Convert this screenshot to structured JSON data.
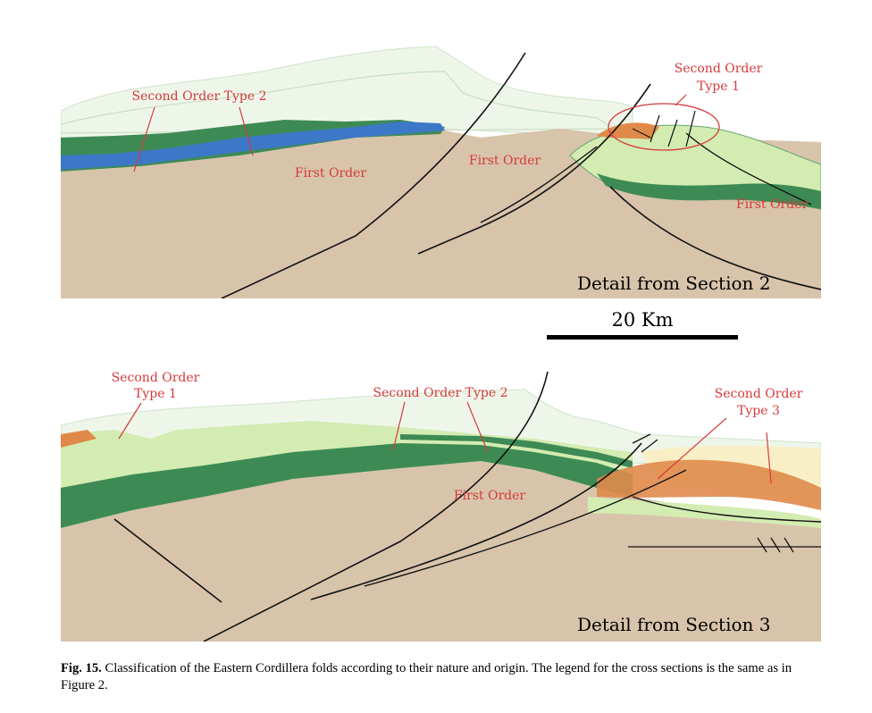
{
  "figure": {
    "top_panel": {
      "title": "Detail from Section 2",
      "labels": {
        "second_order_type2": "Second Order Type 2",
        "first_order_left": "First Order",
        "first_order_mid": "First Order",
        "first_order_right": "First Order",
        "second_order_type1_line1": "Second Order",
        "second_order_type1_line2": "Type 1"
      }
    },
    "scale": {
      "label": "20 Km"
    },
    "bottom_panel": {
      "title": "Detail from Section 3",
      "labels": {
        "second_order_type1_line1": "Second Order",
        "second_order_type1_line2": "Type 1",
        "second_order_type2": "Second Order Type 2",
        "first_order": "First Order",
        "second_order_type3_line1": "Second Order",
        "second_order_type3_line2": "Type 3"
      }
    }
  },
  "caption": {
    "label": "Fig. 15.",
    "text": "Classification of the Eastern Cordillera folds according to their nature and origin. The legend for the cross sections is the same as in Figure 2."
  },
  "colors": {
    "basement": "#d8c4ab",
    "dark_green": "#3e8a55",
    "light_green": "#d3ecb2",
    "pale_green": "#e6f3dc",
    "blue_layer": "#3d78c8",
    "orange": "#e08a4a",
    "cream": "#f8efc6",
    "label_red": "#d63a3a"
  }
}
